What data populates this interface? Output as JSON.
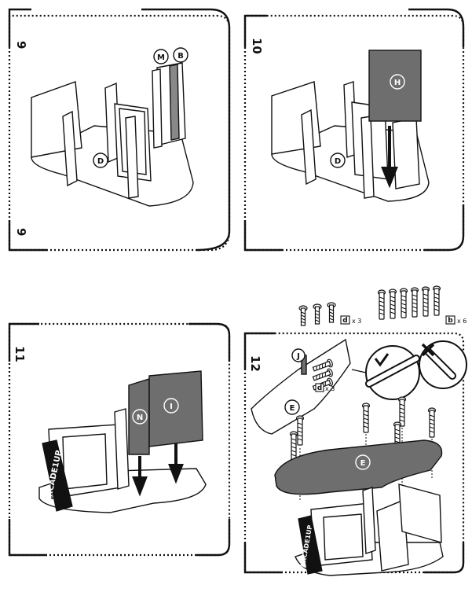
{
  "steps": [
    {
      "number": "9",
      "parts": [
        "M",
        "B",
        "D"
      ]
    },
    {
      "number": "10",
      "parts": [
        "H",
        "D"
      ]
    },
    {
      "number": "11",
      "parts": [
        "N",
        "I"
      ]
    },
    {
      "number": "12",
      "parts": [
        "J",
        "E",
        "E"
      ]
    }
  ],
  "hardware": {
    "screw_d": {
      "letter": "d",
      "qty": "x 3"
    },
    "screw_b": {
      "letter": "b",
      "qty": "x 6"
    },
    "callout_d": {
      "letter": "d",
      "qty": "x 3"
    }
  },
  "brand_text": "ARCADE1UP",
  "colors": {
    "panel_gray": "#6e6e6e",
    "line": "#111111"
  }
}
